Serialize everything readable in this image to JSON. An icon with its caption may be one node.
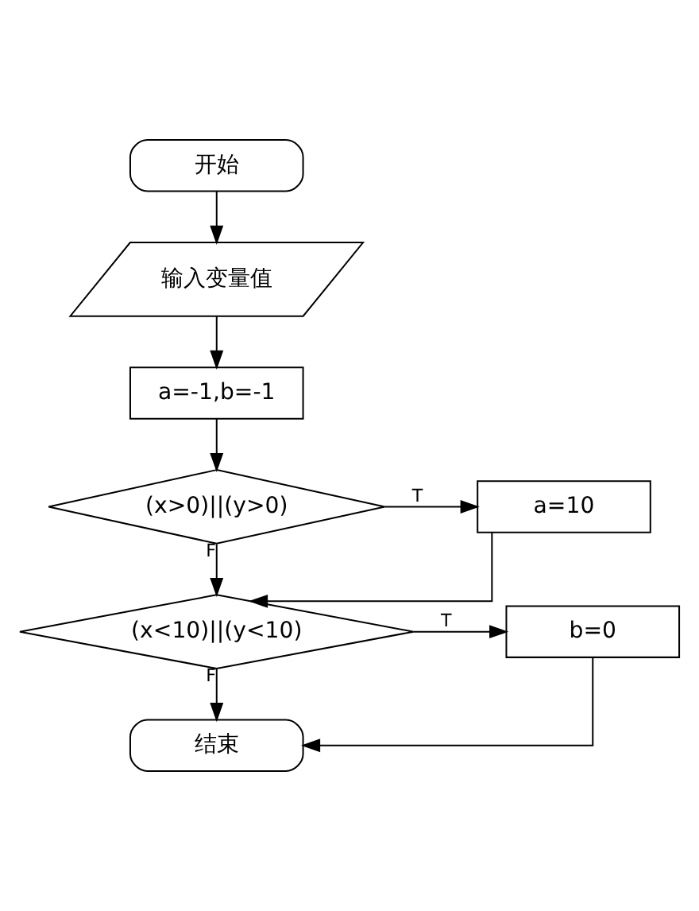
{
  "diagram": {
    "nodes": [
      {
        "text": [
          "开始"
        ]
      },
      {
        "text": [
          "输入变量值"
        ]
      },
      {
        "text": [
          "a=-1,b=-1"
        ]
      },
      {
        "text": [
          "(x>0)||(y>0)"
        ]
      },
      {
        "text": [
          "a=10"
        ]
      },
      {
        "text": [
          "(x<10)||(y<10)"
        ]
      },
      {
        "text": [
          "b=0"
        ]
      },
      {
        "text": [
          "结束"
        ]
      }
    ],
    "edges": [
      {
        "from": 0,
        "to": 1,
        "arrow": "to"
      },
      {
        "from": 1,
        "to": 2,
        "arrow": "to"
      },
      {
        "from": 2,
        "to": 3,
        "arrow": "to"
      },
      {
        "from": 3,
        "to": 4,
        "arrow": "to",
        "label": "T"
      },
      {
        "from": 3,
        "to": 5,
        "arrow": "to",
        "label": "F"
      },
      {
        "from": 4,
        "to": 5,
        "arrow": "to"
      },
      {
        "from": 5,
        "to": 6,
        "arrow": "to",
        "label": "T"
      },
      {
        "from": 5,
        "to": 7,
        "arrow": "to",
        "label": "F"
      },
      {
        "from": 6,
        "to": 7,
        "arrow": "to"
      }
    ]
  }
}
